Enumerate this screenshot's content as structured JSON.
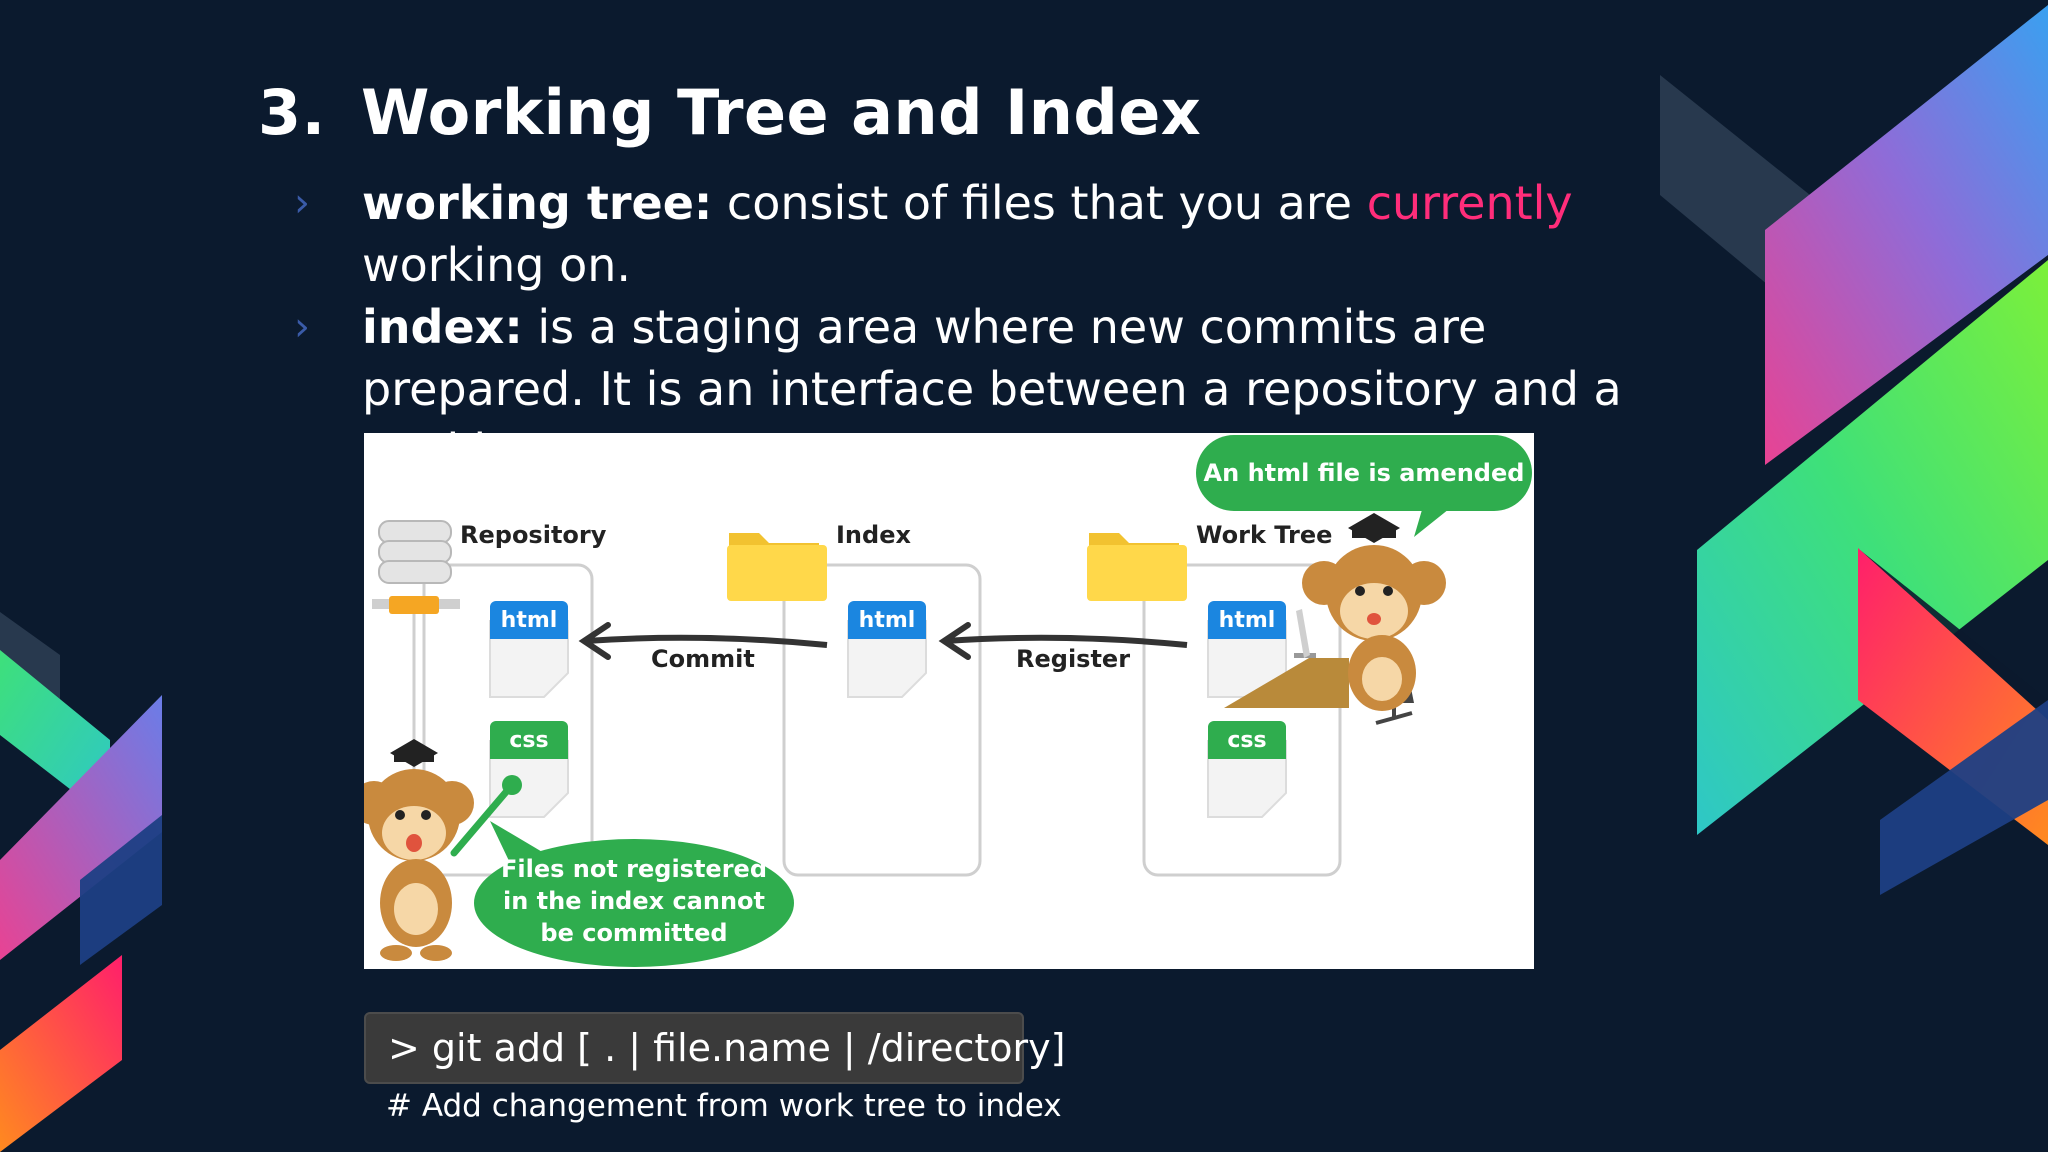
{
  "slide": {
    "number": "3.",
    "title": "Working Tree and Index"
  },
  "bullets": [
    {
      "term": "working tree:",
      "text_before": " consist of files that you are ",
      "highlight": "currently",
      "text_after": " working on."
    },
    {
      "term": "index:",
      "text_before": " is a staging area where new commits are prepared. It is an interface between a repository and a working tree.",
      "highlight": "",
      "text_after": ""
    }
  ],
  "figure": {
    "repository_label": "Repository",
    "index_label": "Index",
    "work_tree_label": "Work Tree",
    "commit_label": "Commit",
    "register_label": "Register",
    "html_tag": "html",
    "css_tag": "css",
    "bubble_top": "An html file is amended",
    "bubble_bottom_line1": "Files not registered",
    "bubble_bottom_line2": "in the index cannot",
    "bubble_bottom_line3": "be committed"
  },
  "command": {
    "code": "> git add [ . | file.name | /directory]",
    "comment": "# Add changement from work tree to index"
  },
  "colors": {
    "background": "#0b1a2e",
    "highlight": "#ff2d7a",
    "bubble_green": "#2fad4e",
    "html_tag_blue": "#1b86e0"
  }
}
